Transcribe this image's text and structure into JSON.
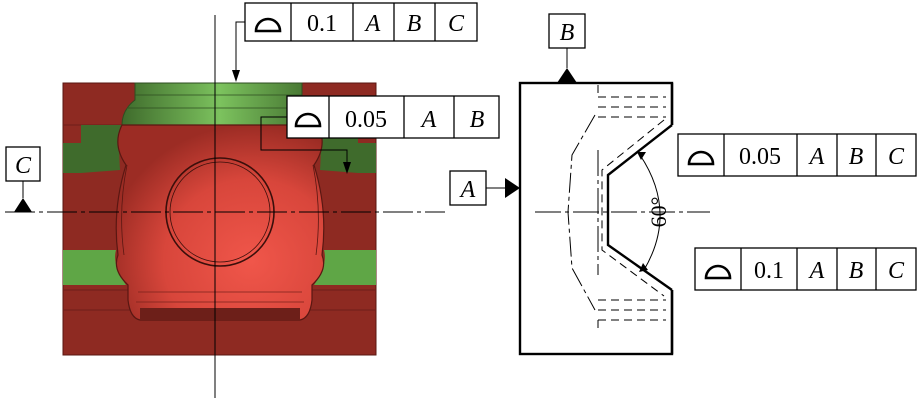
{
  "callouts": {
    "top_fcf": {
      "tolerance": "0.1",
      "datums": [
        "A",
        "B",
        "C"
      ]
    },
    "mid_fcf": {
      "tolerance": "0.05",
      "datums": [
        "A",
        "B"
      ]
    },
    "right_upper_fcf": {
      "tolerance": "0.05",
      "datums": [
        "A",
        "B",
        "C"
      ]
    },
    "right_lower_fcf": {
      "tolerance": "0.1",
      "datums": [
        "A",
        "B",
        "C"
      ]
    }
  },
  "datum_labels": {
    "left": "C",
    "section_side": "A",
    "section_top": "B"
  },
  "angle_label": "60°",
  "symbol": "profile-of-a-surface-icon",
  "colors": {
    "body_dark_red": "#8e2a22",
    "cavity_red": "#d8463b",
    "green": "#5fa646",
    "dark_green": "#3f6b2c",
    "line": "#000000"
  }
}
